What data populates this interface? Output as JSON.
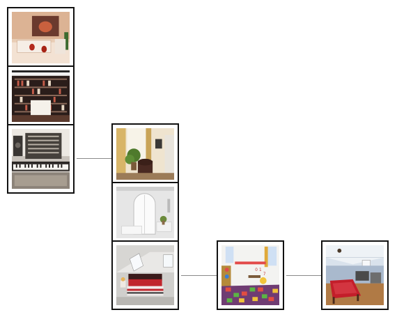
{
  "tiles": [
    {
      "id": "reception-room",
      "scene": "reception"
    },
    {
      "id": "wine-shelves-room",
      "scene": "wine-shelves"
    },
    {
      "id": "synth-studio",
      "scene": "synth-studio"
    },
    {
      "id": "living-room-plant",
      "scene": "living-room"
    },
    {
      "id": "white-bathroom",
      "scene": "bathroom"
    },
    {
      "id": "attic-bedroom",
      "scene": "attic-bedroom"
    },
    {
      "id": "kids-playroom",
      "scene": "playroom"
    },
    {
      "id": "attic-billiard-room",
      "scene": "billiard-room"
    }
  ],
  "links": [
    {
      "from": "synth-studio",
      "to": "living-room-plant"
    },
    {
      "from": "attic-bedroom",
      "to": "kids-playroom"
    },
    {
      "from": "kids-playroom",
      "to": "attic-billiard-room"
    }
  ]
}
